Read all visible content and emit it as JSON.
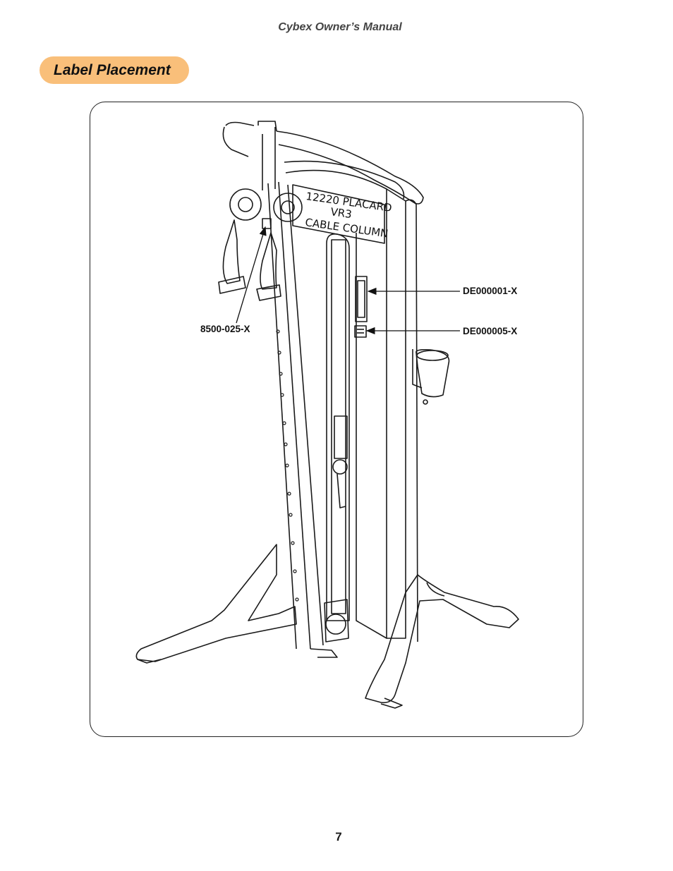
{
  "header": {
    "title": "Cybex Owner’s Manual"
  },
  "section": {
    "title": "Label Placement"
  },
  "figure": {
    "placard_lines": [
      "12220 PLACARD",
      "VR3",
      "CABLE COLUMN"
    ],
    "callouts": {
      "left": "8500-025-X",
      "upper_right": "DE000001-X",
      "lower_right": "DE000005-X"
    }
  },
  "footer": {
    "page_number": "7"
  },
  "colors": {
    "pill": "#f9bf7a",
    "line": "#1a1a1a"
  }
}
